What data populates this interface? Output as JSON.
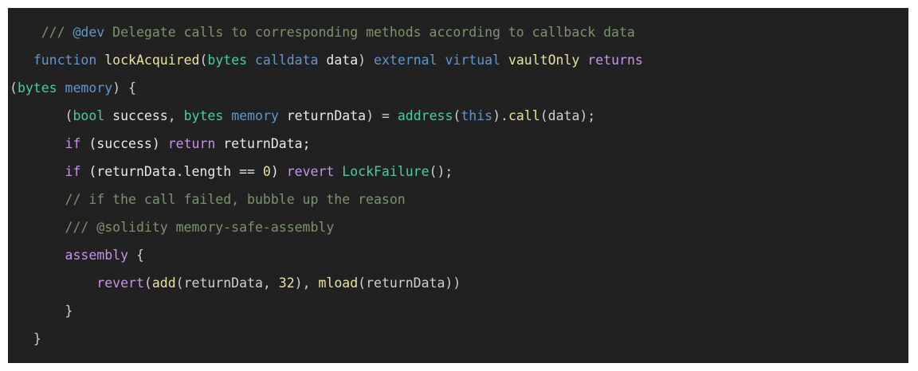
{
  "editor": {
    "language": "solidity",
    "background": "#212121",
    "page_background": "#ffffff",
    "default_text_color": "#e8e8e8",
    "theme_colors": {
      "comment": "#7b946b",
      "natspec_tag": "#6196cc",
      "keyword": "#6196cc",
      "control": "#c792ea",
      "type": "#4ec9a8",
      "function": "#e7e2a0",
      "modifier": "#e7e2a0",
      "number": "#e7e2a0",
      "plain": "#e8e8e8"
    }
  },
  "code": {
    "lines": [
      {
        "id": "line-1",
        "text": "    /// @dev Delegate calls to corresponding methods according to callback data",
        "tokens": [
          {
            "text": "    ",
            "type": "plain"
          },
          {
            "text": "/// ",
            "type": "comment"
          },
          {
            "text": "@dev",
            "type": "tag"
          },
          {
            "text": " Delegate calls to corresponding methods according to callback data",
            "type": "comment"
          }
        ]
      },
      {
        "id": "line-2",
        "text": "   function lockAcquired(bytes calldata data) external virtual vaultOnly returns",
        "tokens": [
          {
            "text": "   ",
            "type": "plain"
          },
          {
            "text": "function",
            "type": "keyword"
          },
          {
            "text": " ",
            "type": "plain"
          },
          {
            "text": "lockAcquired",
            "type": "func"
          },
          {
            "text": "(",
            "type": "punct"
          },
          {
            "text": "bytes",
            "type": "type"
          },
          {
            "text": " ",
            "type": "plain"
          },
          {
            "text": "calldata",
            "type": "keyword"
          },
          {
            "text": " data",
            "type": "plain"
          },
          {
            "text": ")",
            "type": "punct"
          },
          {
            "text": " ",
            "type": "plain"
          },
          {
            "text": "external",
            "type": "keyword"
          },
          {
            "text": " ",
            "type": "plain"
          },
          {
            "text": "virtual",
            "type": "keyword"
          },
          {
            "text": " ",
            "type": "plain"
          },
          {
            "text": "vaultOnly",
            "type": "mod"
          },
          {
            "text": " ",
            "type": "plain"
          },
          {
            "text": "returns",
            "type": "control"
          }
        ]
      },
      {
        "id": "line-3",
        "text": "(bytes memory) {",
        "tokens": [
          {
            "text": "(",
            "type": "punct"
          },
          {
            "text": "bytes",
            "type": "type"
          },
          {
            "text": " ",
            "type": "plain"
          },
          {
            "text": "memory",
            "type": "keyword"
          },
          {
            "text": ") {",
            "type": "punct"
          }
        ]
      },
      {
        "id": "line-4",
        "text": "       (bool success, bytes memory returnData) = address(this).call(data);",
        "tokens": [
          {
            "text": "       ",
            "type": "plain"
          },
          {
            "text": "(",
            "type": "punct"
          },
          {
            "text": "bool",
            "type": "type"
          },
          {
            "text": " success",
            "type": "plain"
          },
          {
            "text": ", ",
            "type": "punct"
          },
          {
            "text": "bytes",
            "type": "type"
          },
          {
            "text": " ",
            "type": "plain"
          },
          {
            "text": "memory",
            "type": "keyword"
          },
          {
            "text": " returnData",
            "type": "plain"
          },
          {
            "text": ") = ",
            "type": "punct"
          },
          {
            "text": "address",
            "type": "type"
          },
          {
            "text": "(",
            "type": "punct"
          },
          {
            "text": "this",
            "type": "keyword"
          },
          {
            "text": ").",
            "type": "punct"
          },
          {
            "text": "call",
            "type": "func"
          },
          {
            "text": "(data);",
            "type": "punct"
          }
        ]
      },
      {
        "id": "line-5",
        "text": "       if (success) return returnData;",
        "tokens": [
          {
            "text": "       ",
            "type": "plain"
          },
          {
            "text": "if",
            "type": "control"
          },
          {
            "text": " (success) ",
            "type": "plain"
          },
          {
            "text": "return",
            "type": "control"
          },
          {
            "text": " returnData;",
            "type": "plain"
          }
        ]
      },
      {
        "id": "line-6",
        "text": "       if (returnData.length == 0) revert LockFailure();",
        "tokens": [
          {
            "text": "       ",
            "type": "plain"
          },
          {
            "text": "if",
            "type": "control"
          },
          {
            "text": " (returnData.length == ",
            "type": "plain"
          },
          {
            "text": "0",
            "type": "number"
          },
          {
            "text": ") ",
            "type": "plain"
          },
          {
            "text": "revert",
            "type": "control"
          },
          {
            "text": " ",
            "type": "plain"
          },
          {
            "text": "LockFailure",
            "type": "type"
          },
          {
            "text": "();",
            "type": "punct"
          }
        ]
      },
      {
        "id": "line-7",
        "text": "       // if the call failed, bubble up the reason",
        "tokens": [
          {
            "text": "       ",
            "type": "plain"
          },
          {
            "text": "// if the call failed, bubble up the reason",
            "type": "comment"
          }
        ]
      },
      {
        "id": "line-8",
        "text": "       /// @solidity memory-safe-assembly",
        "tokens": [
          {
            "text": "       ",
            "type": "plain"
          },
          {
            "text": "/// @solidity memory-safe-assembly",
            "type": "natspec"
          }
        ]
      },
      {
        "id": "line-9",
        "text": "       assembly {",
        "tokens": [
          {
            "text": "       ",
            "type": "plain"
          },
          {
            "text": "assembly",
            "type": "control"
          },
          {
            "text": " {",
            "type": "punct"
          }
        ]
      },
      {
        "id": "line-10",
        "text": "           revert(add(returnData, 32), mload(returnData))",
        "tokens": [
          {
            "text": "           ",
            "type": "plain"
          },
          {
            "text": "revert",
            "type": "control"
          },
          {
            "text": "(",
            "type": "punct"
          },
          {
            "text": "add",
            "type": "func"
          },
          {
            "text": "(returnData, ",
            "type": "punct"
          },
          {
            "text": "32",
            "type": "number"
          },
          {
            "text": "), ",
            "type": "punct"
          },
          {
            "text": "mload",
            "type": "func"
          },
          {
            "text": "(returnData))",
            "type": "punct"
          }
        ]
      },
      {
        "id": "line-11",
        "text": "       }",
        "tokens": [
          {
            "text": "       ",
            "type": "plain"
          },
          {
            "text": "}",
            "type": "punct"
          }
        ]
      },
      {
        "id": "line-12",
        "text": "   }",
        "tokens": [
          {
            "text": "   ",
            "type": "plain"
          },
          {
            "text": "}",
            "type": "punct"
          }
        ]
      }
    ]
  }
}
